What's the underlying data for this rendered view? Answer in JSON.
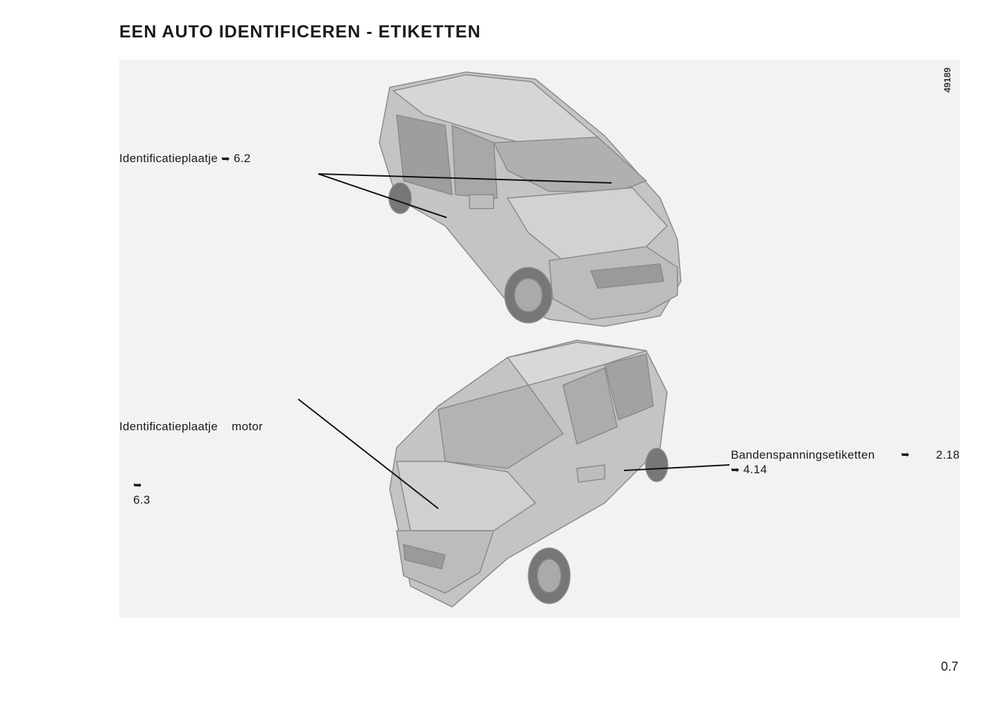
{
  "page": {
    "title": "EEN AUTO IDENTIFICEREN - ETIKETTEN",
    "figure_number": "49189",
    "page_number": "0.7"
  },
  "labels": {
    "id_plate": {
      "text": "Identificatieplaatje",
      "arrow": "➥",
      "ref": "6.2"
    },
    "engine_plate": {
      "text": "Identificatieplaatje    motor",
      "arrow": "➥",
      "ref": "6.3"
    },
    "tyre_labels": {
      "text": "Bandenspanningsetiketten",
      "arrow": "➥",
      "ref1": "2.18",
      "ref2": "4.14"
    }
  },
  "icons": {
    "reference_arrow": "arrow-right-icon"
  }
}
